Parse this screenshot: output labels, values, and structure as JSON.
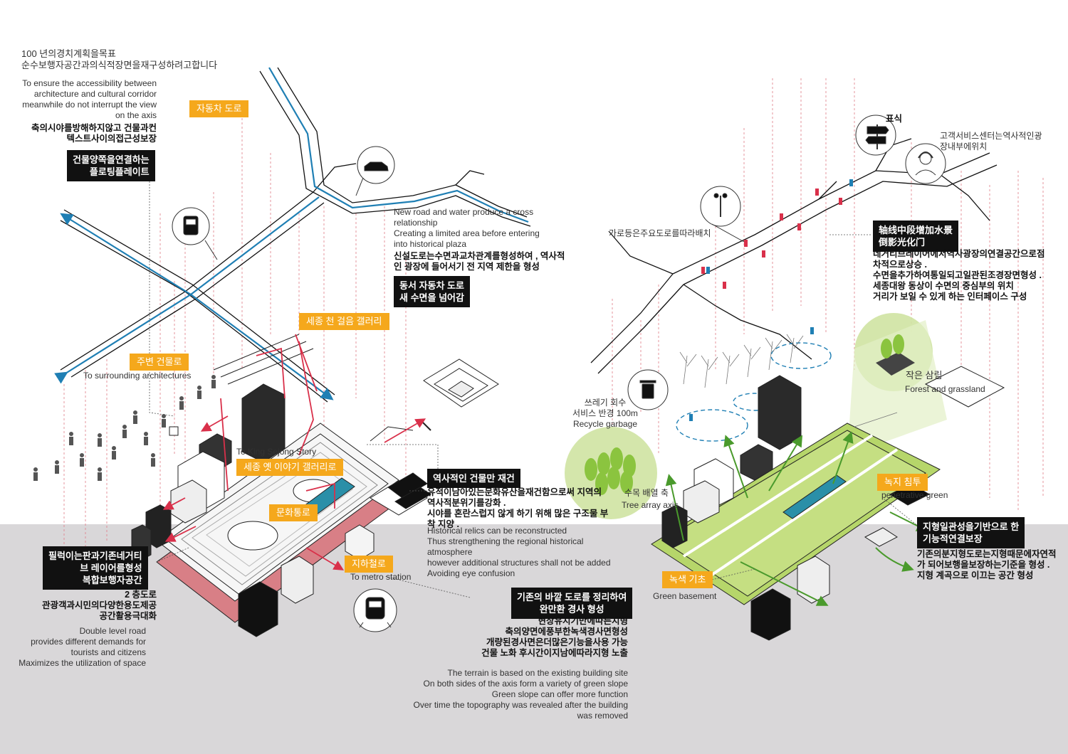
{
  "top_left": {
    "title_line1": "100 년의경치계획을목표",
    "title_line2": "순수보행자공간과의식적장면을재구성하려고합니다",
    "en_lines": [
      "To ensure the accessibility between",
      "architecture and cultural corridor",
      "meanwhile do not interrupt the view",
      "on the axis"
    ],
    "ko_lines": [
      "축의시야를방해하지않고 건물과컨",
      "텍스트사이의접근성보장"
    ]
  },
  "platform_tag": [
    "건물양쪽을연결하는",
    "플로팅플레이트"
  ],
  "road_tag": "자동차 도로",
  "crossing": {
    "en_lines": [
      "New road and water produce a cross",
      "relationship",
      "Creating a limited area before entering",
      "into historical plaza"
    ],
    "ko_lines": [
      "신설도로는수면과교차관계를형성하여 , 역사적",
      "인 광장에 들어서기 전 지역 제한을 형성"
    ],
    "tag": [
      "동서 자동차 도로",
      "새 수면을 넘어감"
    ]
  },
  "gallery_tag": "세종 천 걸음 갤러리",
  "surround": {
    "tag": "주변 건물로",
    "en": "To surrounding architectures"
  },
  "king_sejong": {
    "en": "To King Sejong Story",
    "tag": "세종 옛 이야기 갤러리로"
  },
  "culture_tag": "문화통로",
  "metro": {
    "tag": "지하철로",
    "en": "To metro station"
  },
  "rebuild": {
    "tag": "역사적인 건물만 재건",
    "ko_lines": [
      "유적이남아있는문화유산을재건함으로써 지역의",
      "역사적분위기를강화 .",
      "시야를 혼란스럽지 않게 하기 위해 많은 구조물 부",
      "착 지양 ."
    ],
    "en_lines": [
      "Historical relics can be reconstructed",
      "Thus strengthening the regional historical",
      "atmosphere",
      "however additional structures shall not be added",
      "Avoiding eye confusion"
    ]
  },
  "pilotis": {
    "tag": [
      "필럭이는판과기존네거티",
      "브 레이어를형성",
      "복합보행자공간"
    ],
    "ko_lines": [
      "2 층도로",
      "관광객과시민의다양한용도제공",
      "공간활용극대화"
    ],
    "en_lines": [
      "Double level road",
      "provides different demands for",
      "tourists and citizens",
      "Maximizes the utilization of space"
    ]
  },
  "terrain": {
    "tag": [
      "기존의 바깥 도로를 정리하여",
      "완만환 경사 형성"
    ],
    "ko_lines": [
      "현상유지기반에따른지형",
      "축의양면에풍부한녹색경사면형성",
      "개량된경사면은더많은기능을사용 가능",
      "건물 노화 후시간이지남에따라지형 노출"
    ],
    "en_lines": [
      "The terrain is based on the existing building site",
      "On both sides of the axis form a variety of green slope",
      "Green slope can offer more function",
      "Over time the topography was revealed after the building",
      "was removed"
    ]
  },
  "right": {
    "sign": "표식",
    "service_lines": [
      "고객서비스센터는역사적인광",
      "장내부에위치"
    ],
    "lamp": "가로등은주요도로를따라배치",
    "water_tag": [
      "轴线中段增加水景",
      "倒影光化门"
    ],
    "water_lines": [
      "네거티브레이어에서역사광장의연결공간으로점",
      "차적으로상승 .",
      "수면을추가하여통일되고일관된조경장면형성 .",
      "세종대왕 동상이 수면의 중심부의 위치",
      "거리가 보일 수 있게 하는 인터페이스 구성"
    ],
    "forest_ko": "작은 삼림",
    "forest_en": "Forest and grassland",
    "garbage_lines": [
      "쓰레기 회수",
      "서비스 반경 100m",
      "Recycle garbage"
    ],
    "tree_ko": "수목 배열 축",
    "tree_en": "Tree array axis",
    "green_tag": "녹지 침투",
    "green_en": "penetrative green",
    "connect_tag": [
      "지형일관성을기반으로 한",
      "기능적연결보장"
    ],
    "connect_lines": [
      "기존의분지형도로는지형때문에자연적",
      "가 되어보행을보장하는기준을 형성 .",
      "지형 계곡으로 이끄는 공간 형성"
    ],
    "basement_tag": "녹색 기초",
    "basement_en": "Green basement"
  },
  "colors": {
    "tag_yellow": "#f5a81c",
    "tag_black": "#111111",
    "road_blue": "#1f7fb4",
    "path_red": "#d9304a",
    "green": "#a8cf45",
    "band_gray": "#d9d7d9"
  }
}
